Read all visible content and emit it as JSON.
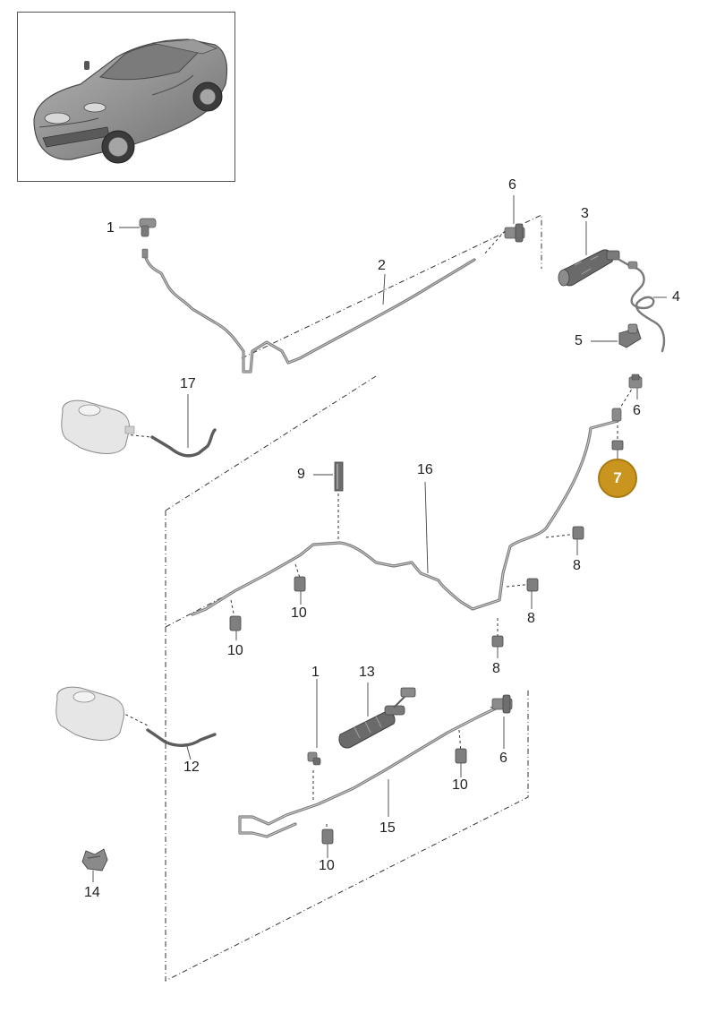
{
  "diagram": {
    "highlighted_part": "7",
    "callouts": [
      {
        "id": "callout-1-top",
        "label": "1"
      },
      {
        "id": "callout-2",
        "label": "2"
      },
      {
        "id": "callout-3",
        "label": "3"
      },
      {
        "id": "callout-4",
        "label": "4"
      },
      {
        "id": "callout-5",
        "label": "5"
      },
      {
        "id": "callout-6-top",
        "label": "6"
      },
      {
        "id": "callout-6-right",
        "label": "6"
      },
      {
        "id": "callout-7",
        "label": "7"
      },
      {
        "id": "callout-8-a",
        "label": "8"
      },
      {
        "id": "callout-8-b",
        "label": "8"
      },
      {
        "id": "callout-8-c",
        "label": "8"
      },
      {
        "id": "callout-9",
        "label": "9"
      },
      {
        "id": "callout-10-a",
        "label": "10"
      },
      {
        "id": "callout-10-b",
        "label": "10"
      },
      {
        "id": "callout-10-c",
        "label": "10"
      },
      {
        "id": "callout-10-d",
        "label": "10"
      },
      {
        "id": "callout-16",
        "label": "16"
      },
      {
        "id": "callout-17",
        "label": "17"
      },
      {
        "id": "callout-1-bottom",
        "label": "1"
      },
      {
        "id": "callout-13",
        "label": "13"
      },
      {
        "id": "callout-12",
        "label": "12"
      },
      {
        "id": "callout-6-bottom",
        "label": "6"
      },
      {
        "id": "callout-15",
        "label": "15"
      },
      {
        "id": "callout-14",
        "label": "14"
      }
    ],
    "colors": {
      "highlight_fill": "#c9951f",
      "part_gray": "#8a8a8a",
      "part_dark": "#5c5c5c",
      "line": "#333333"
    }
  }
}
